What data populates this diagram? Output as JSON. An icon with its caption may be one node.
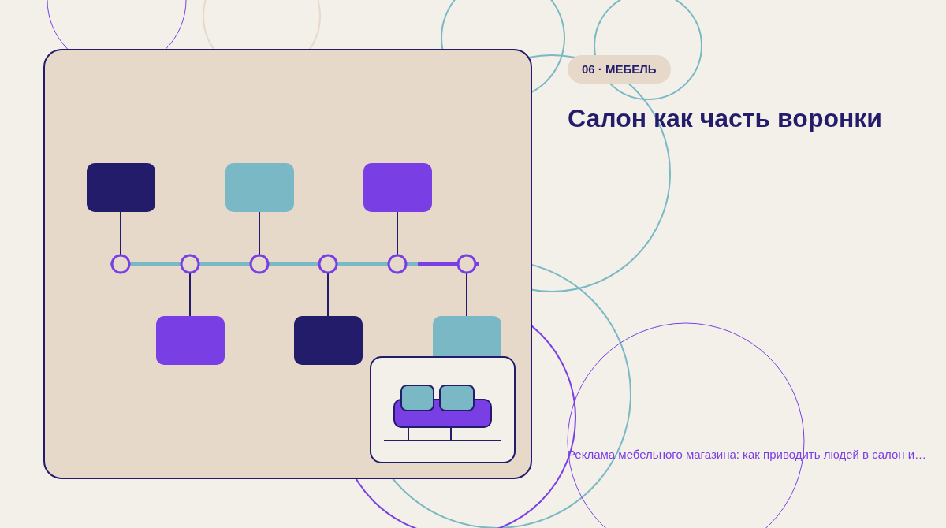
{
  "diagram": {
    "title": "Салон как часть воронки",
    "labels": [
      "06 · МЕБЕЛЬ",
      "Реклама мебельного магазина: как приводить людей в салон и…"
    ]
  }
}
